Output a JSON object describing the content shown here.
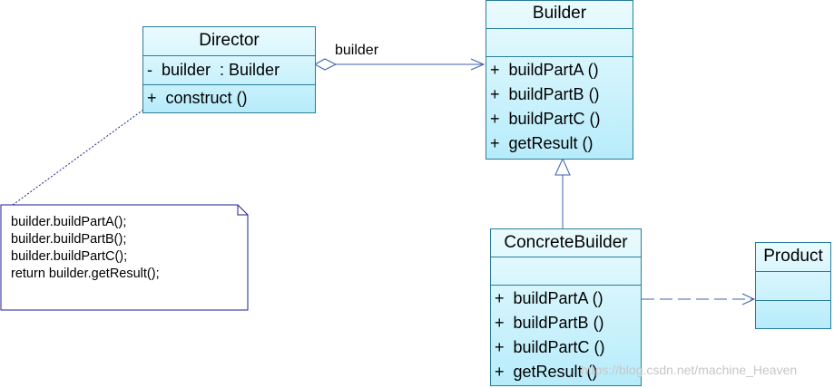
{
  "classes": {
    "director": {
      "name": "Director",
      "attributes": [
        "-  builder  : Builder"
      ],
      "operations": [
        "+  construct ()"
      ]
    },
    "builder": {
      "name": "Builder",
      "attributes": [],
      "operations": [
        "+  buildPartA ()",
        "+  buildPartB ()",
        "+  buildPartC ()",
        "+  getResult ()"
      ]
    },
    "concrete_builder": {
      "name": "ConcreteBuilder",
      "attributes": [],
      "operations": [
        "+  buildPartA ()",
        "+  buildPartB ()",
        "+  buildPartC ()",
        "+  getResult ()"
      ]
    },
    "product": {
      "name": "Product",
      "attributes": [],
      "operations": []
    }
  },
  "associations": {
    "director_builder_label": "builder"
  },
  "note": {
    "lines": [
      "builder.buildPartA();",
      "builder.buildPartB();",
      "builder.buildPartC();",
      "return builder.getResult();"
    ]
  },
  "watermark": "https://blog.csdn.net/machine_Heaven",
  "colors": {
    "class_border": "#2a7d9a",
    "class_fill_top": "#eafbfe",
    "class_fill_bottom": "#b7ecfb",
    "connector": "#3f5fb0",
    "note_border": "#1f1f8f"
  }
}
